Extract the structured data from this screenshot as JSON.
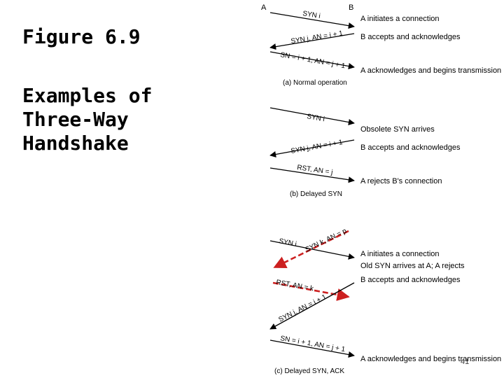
{
  "slide": {
    "title": "Figure 6.9",
    "subtitle": "Examples of\nThree-Way\nHandshake",
    "page_number": "41"
  },
  "diagram": {
    "endpoint_a": "A",
    "endpoint_b": "B",
    "panels": [
      {
        "caption": "(a) Normal operation",
        "messages": [
          {
            "label": "SYN i",
            "direction": "A-to-B",
            "highlight": false,
            "description": "A initiates a connection"
          },
          {
            "label": "SYN j, AN = i + 1",
            "direction": "B-to-A",
            "highlight": false,
            "description": "B accepts and acknowledges"
          },
          {
            "label": "SN = i + 1, AN = j + 1",
            "direction": "A-to-B",
            "highlight": false,
            "description": "A acknowledges and begins transmission"
          }
        ]
      },
      {
        "caption": "(b) Delayed SYN",
        "messages": [
          {
            "label": "SYN i",
            "direction": "A-to-B",
            "highlight": false,
            "description": "Obsolete SYN arrives"
          },
          {
            "label": "SYN j, AN = i + 1",
            "direction": "B-to-A",
            "highlight": false,
            "description": "B accepts and acknowledges"
          },
          {
            "label": "RST, AN = j",
            "direction": "A-to-B",
            "highlight": false,
            "description": "A rejects B's connection"
          }
        ]
      },
      {
        "caption": "(c) Delayed SYN, ACK",
        "messages": [
          {
            "label": "SYN i",
            "direction": "A-to-B",
            "highlight": false,
            "description": "A initiates a connection"
          },
          {
            "label": "SYN k, AN = p",
            "direction": "B-to-A",
            "highlight": true,
            "description": "Old SYN arrives at A; A rejects"
          },
          {
            "label": "RST, AN = k",
            "direction": "A-to-B",
            "highlight": true,
            "description": "B accepts and acknowledges"
          },
          {
            "label": "SYN j, AN = i + 1",
            "direction": "B-to-A",
            "highlight": false,
            "description": ""
          },
          {
            "label": "SN = i + 1, AN = j + 1",
            "direction": "A-to-B",
            "highlight": false,
            "description": "A acknowledges and begins transmission"
          }
        ]
      }
    ],
    "colors": {
      "line": "#000000",
      "highlight": "#cc2020"
    }
  }
}
